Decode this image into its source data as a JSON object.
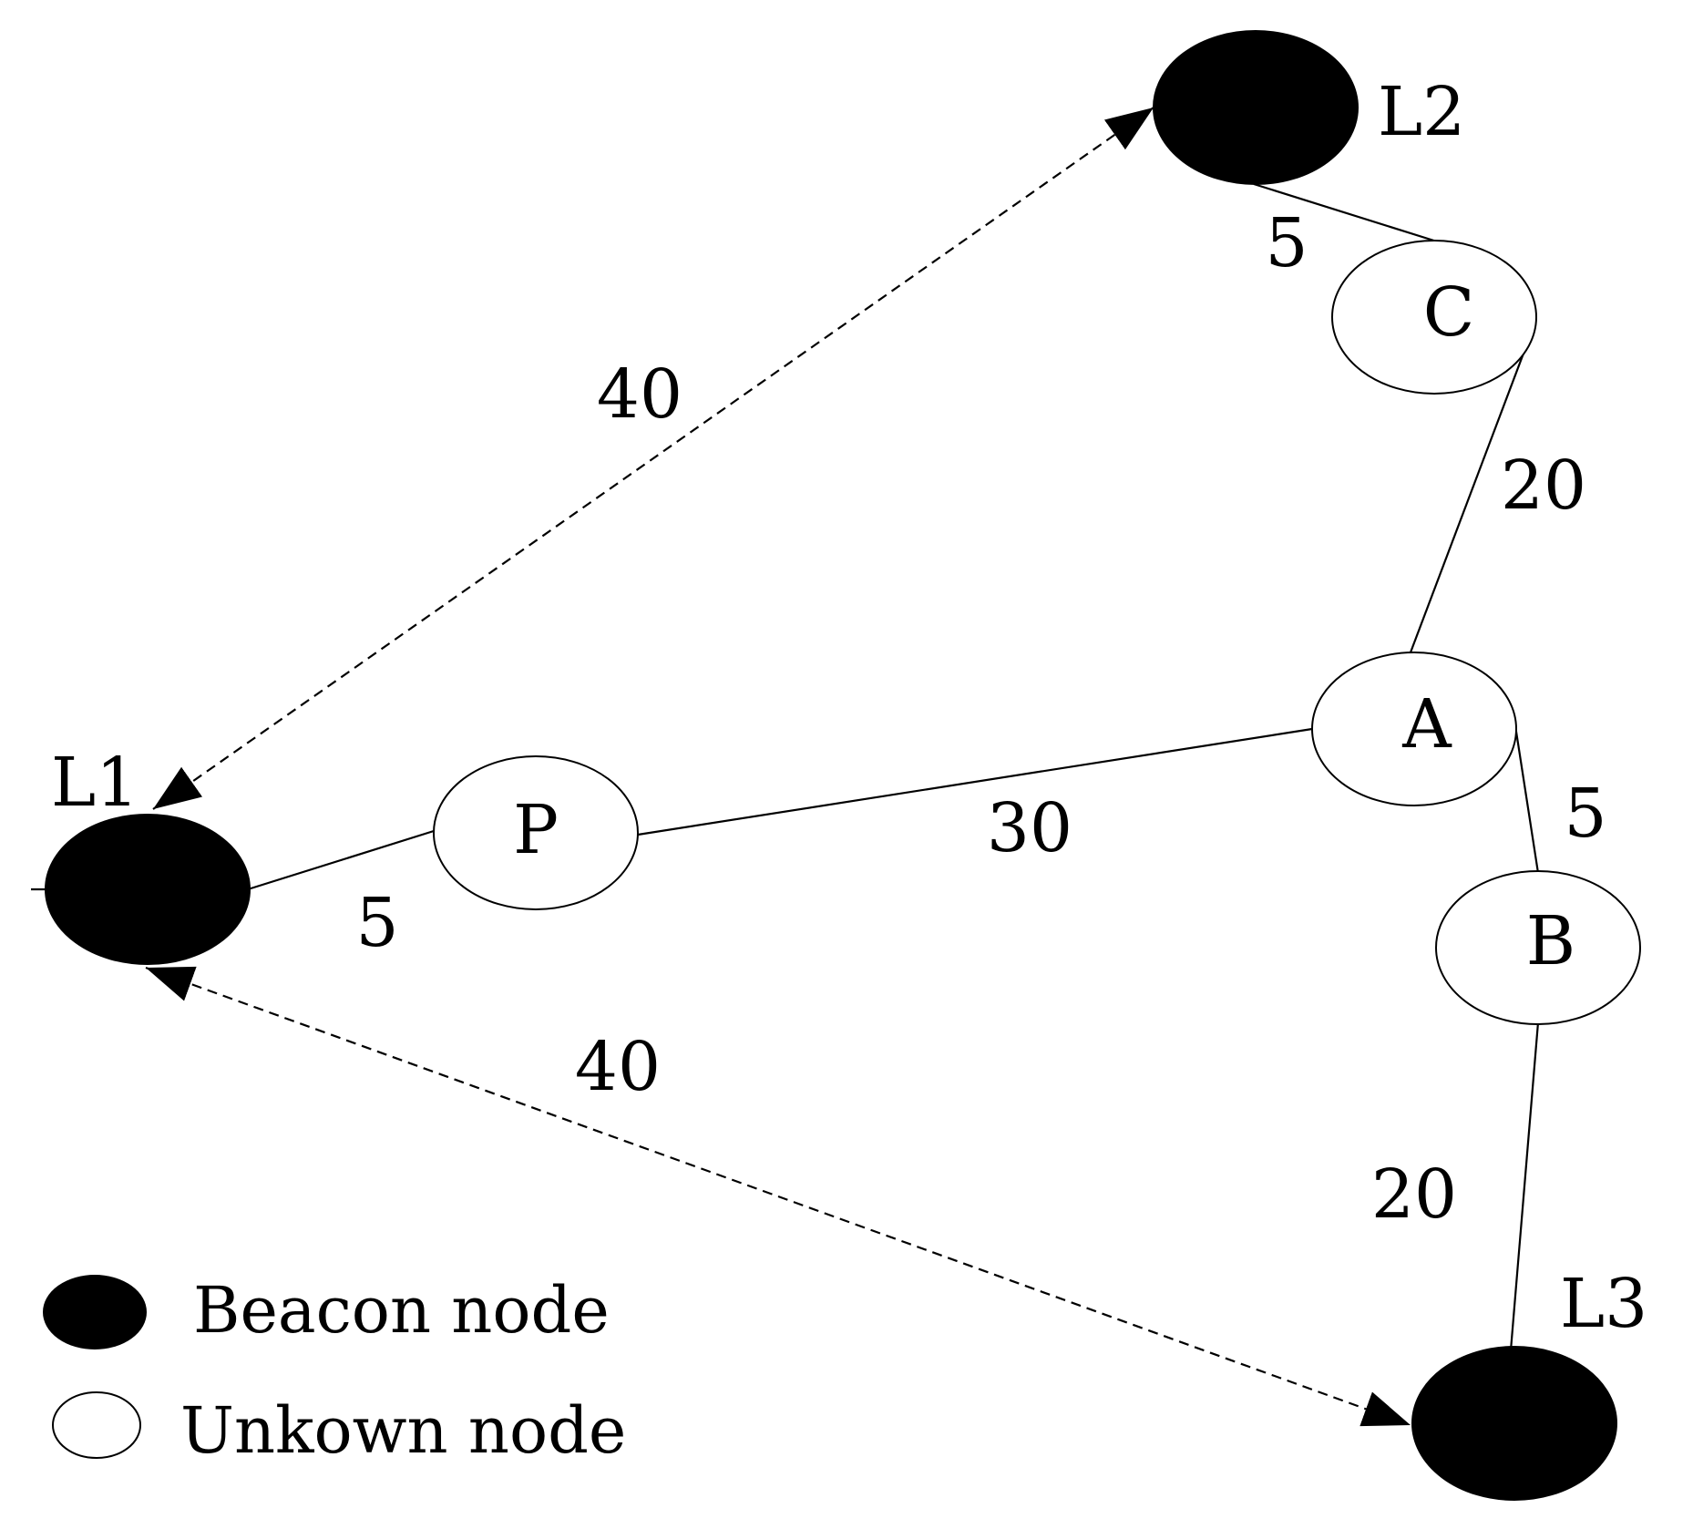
{
  "nodes": {
    "L1": {
      "label": "L1",
      "kind": "beacon"
    },
    "L2": {
      "label": "L2",
      "kind": "beacon"
    },
    "L3": {
      "label": "L3",
      "kind": "beacon"
    },
    "P": {
      "label": "P",
      "kind": "unknown"
    },
    "A": {
      "label": "A",
      "kind": "unknown"
    },
    "B": {
      "label": "B",
      "kind": "unknown"
    },
    "C": {
      "label": "C",
      "kind": "unknown"
    }
  },
  "edges": {
    "L1_P": {
      "from": "L1",
      "to": "P",
      "style": "solid",
      "weight": "5"
    },
    "P_A": {
      "from": "P",
      "to": "A",
      "style": "solid",
      "weight": "30"
    },
    "A_C": {
      "from": "A",
      "to": "C",
      "style": "solid",
      "weight": "20"
    },
    "C_L2": {
      "from": "C",
      "to": "L2",
      "style": "solid",
      "weight": "5"
    },
    "A_B": {
      "from": "A",
      "to": "B",
      "style": "solid",
      "weight": "5"
    },
    "B_L3": {
      "from": "B",
      "to": "L3",
      "style": "solid",
      "weight": "20"
    },
    "L1_L2": {
      "from": "L1",
      "to": "L2",
      "style": "dashed-double-arrow",
      "weight": "40"
    },
    "L1_L3": {
      "from": "L1",
      "to": "L3",
      "style": "dashed-double-arrow",
      "weight": "40"
    }
  },
  "legend": {
    "beacon": "Beacon node",
    "unknown": "Unkown node"
  },
  "colors": {
    "beacon_fill": "#000000",
    "unknown_fill": "#ffffff",
    "stroke": "#000000"
  }
}
